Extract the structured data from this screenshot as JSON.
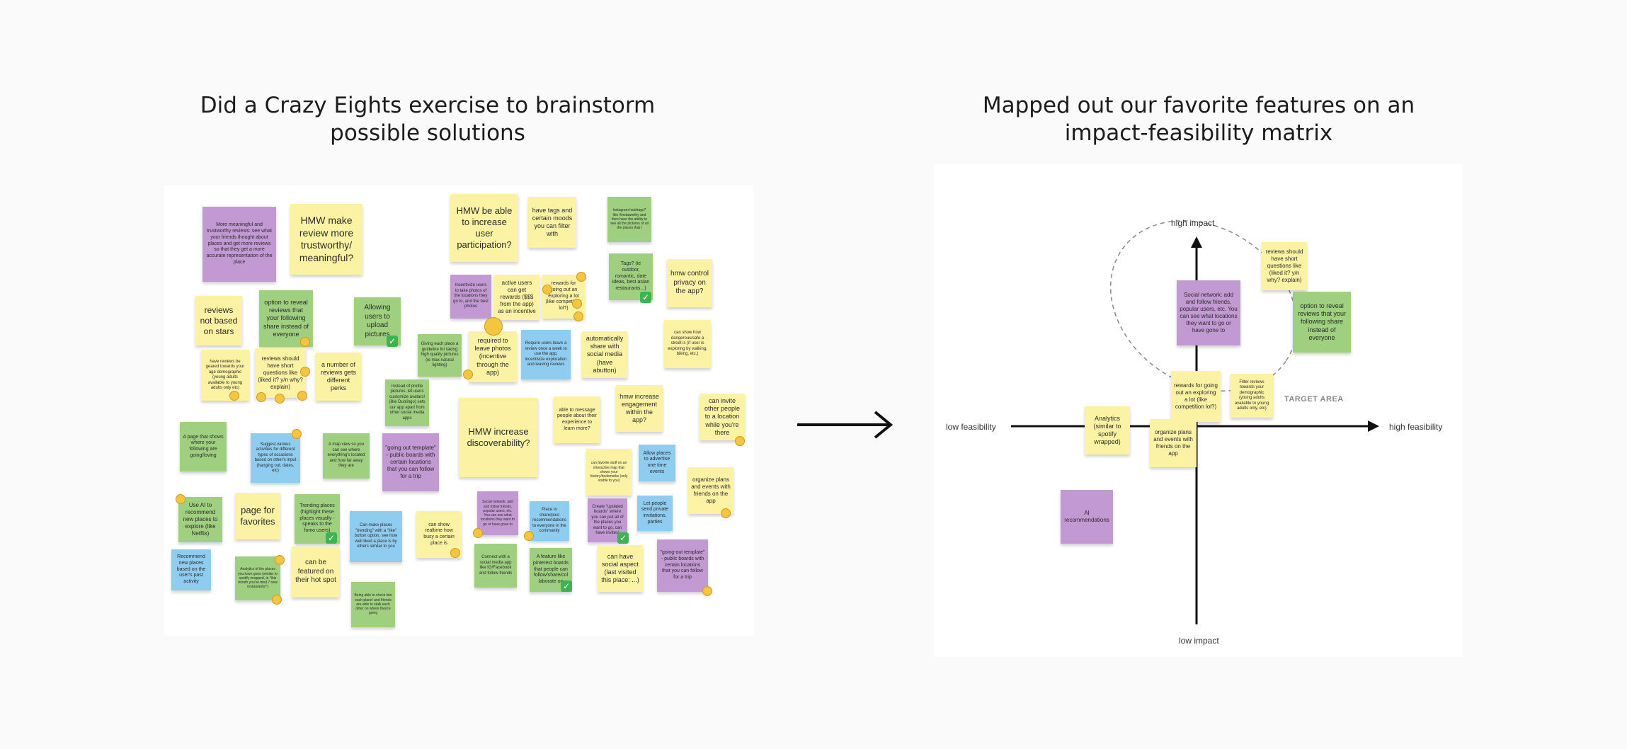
{
  "left_title": "Did a Crazy Eights exercise to brainstorm possible solutions",
  "right_title": "Mapped out our favorite features on an impact-feasibility matrix",
  "left_notes": {
    "n1": "More meaningful and trustworthy reviews: see what your friends thought about places and get more reviews so that they get a more accurate representation of the place",
    "n2": "HMW make review more trustworthy/ meaningful?",
    "n3": "HMW be able to increase user participation?",
    "n4": "have tags and certain moods you can filter with",
    "n5": "Instagram hashtags? like #instaworthy and then have the ability to see all the pictures of all the places that I",
    "n6": "reviews not based on stars",
    "n7": "option to reveal reviews that your following share instead of everyone",
    "n8": "Allowing users to upload pictures",
    "n9": "Incentivize users to take photos of the locations they go to, and the best photos",
    "n10": "active users can get rewards ($$$ from the app) as an incentive",
    "n11": "rewards for going out an exploring a lot (like competition lol?)",
    "n12": "Tags? (ie outdoor, romantic, date ideas, best asian restaurants...)",
    "n13": "hmw control privacy on the app?",
    "n14": "have reviews be geared towards your age demographic (young adults available to young adults only etc)",
    "n15": "reviews should have short questions like (liked it? y/n why? explain)",
    "n16": "a number of reviews gets different perks",
    "n17": "Giving each place a guideline for taking high quality pictures (ie max natural lighting)",
    "n18": "required to leave photos (incentive through the app)",
    "n19": "Require users leave a review once a week to use the app, incentivize exploration and leaving reviews",
    "n20": "automatically share with social media (have abutton)",
    "n21": "can show how dangerous/safe a street is (if user is exploring by walking, biking, etc.)",
    "n22": "Instead of profile pictures, let users customize avatars! (like Duolingo) sets our app apart from other social media apps",
    "n23": "HMW increase discoverability?",
    "n24": "able to message people about their experience to learn more?",
    "n25": "hmw increase engagement within the app?",
    "n26": "can invite other people to a location while you're there",
    "n27": "A page that shows where your following are going/loving",
    "n28": "Suggest various activities for different types of occasions based on other's input (hanging out, dates, etc)",
    "n29": "A map view so you can see where everything's located and how far away they are",
    "n30": "\"going out template\" - public boards with certain locations that you can follow for a trip",
    "n31": "can favorite stuff on an interactive map that shows your history/bookmarks (only visible to you)",
    "n32": "Allow places to advertise one time events",
    "n33": "organize plans and events with friends on the app",
    "n34": "Use AI to recommend new places to explore (like Netflix)",
    "n35": "page for favorites",
    "n36": "Trending places (highlight these places visually - speaks to the fomo users)",
    "n37": "Can make places \"trending\" with a \"like\" button option, see how well liked a place is by others similar to you",
    "n38": "can show realtime how busy a certain place is",
    "n39": "Social network: add and follow friends, popular users, etc. You can see what locations they want to go or have gone to",
    "n40": "Place to share/post recommendations to everyone in the community",
    "n41": "Create \"updated boards\" where you can put all of the places you want to go, can have invites!",
    "n42": "Let people send private invitations, parties",
    "n43": "Recommend new places based on the user's past activity",
    "n44": "Analytics of the places you have gone (similar to spotify wrapped, ie \"this month you've tried 7 new restaurants!\")",
    "n45": "can be featured on their hot spot",
    "n46": "Connect with a social media app like IG/Facebook and follow friends",
    "n47": "A feature like pinterest boards that people can follow/share/col laborate on",
    "n48": "can have social aspect (last visited this place: ...)",
    "n49": "\"going-out template\" - public boards with certain locations that you can follow for a trip",
    "n50": "Being able to check into each place! and friends are able to stalk each other on where they're going"
  },
  "matrix": {
    "high_impact": "high impact",
    "low_impact": "low impact",
    "low_feasibility": "low feasibility",
    "high_feasibility": "high feasibility",
    "target_area": "TARGET AREA",
    "notes": {
      "m1": "reviews should have short questions like (liked it? y/n why? explain)",
      "m2": "Social network: add and follow friends, popular users, etc. You can see what locations they want to go or have gone to",
      "m3": "option to reveal reviews that your following share instead of everyone",
      "m4": "rewards for going out an exploring a lot (like competition lol?)",
      "m5": "Filter reviews towards your demographic (young adults available to young adults only, etc)",
      "m6": "Analytics (similar to spotify wrapped)",
      "m7": "organize plans and events with friends on the app",
      "m8": "AI recommendations"
    }
  }
}
